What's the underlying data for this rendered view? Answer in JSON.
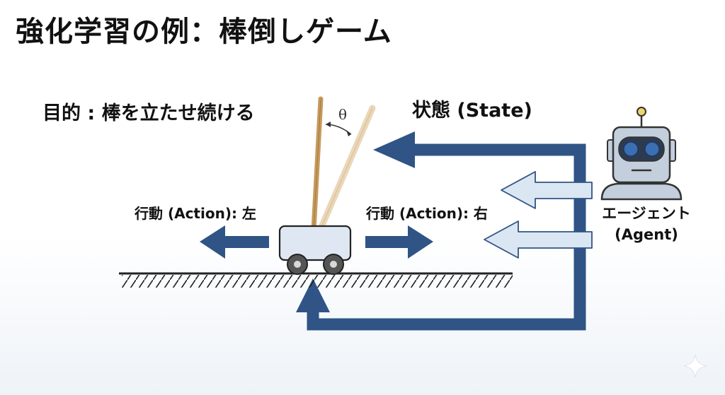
{
  "title": "強化学習の例：棒倒しゲーム",
  "goal": "目的 : 棒を立たせ続ける",
  "state": "状態 (State)",
  "action_left": "行動 (Action): 左",
  "action_right": "行動 (Action): 右",
  "agent_name": "エージェント",
  "agent_en": "(Agent)",
  "angle_symbol": "θ",
  "colors": {
    "arrow_dark": "#2f5485",
    "arrow_light": "#dbe6f3",
    "pole_up": "#c79a5c",
    "pole_tilt": "#ead7b8",
    "cart": "#dfe8f2",
    "robot": "#c3cfdc",
    "robot_eye": "#3b6fb3",
    "antenna": "#f0d36a"
  },
  "icons": {
    "robot": "robot-icon",
    "sparkle": "sparkle-icon"
  }
}
